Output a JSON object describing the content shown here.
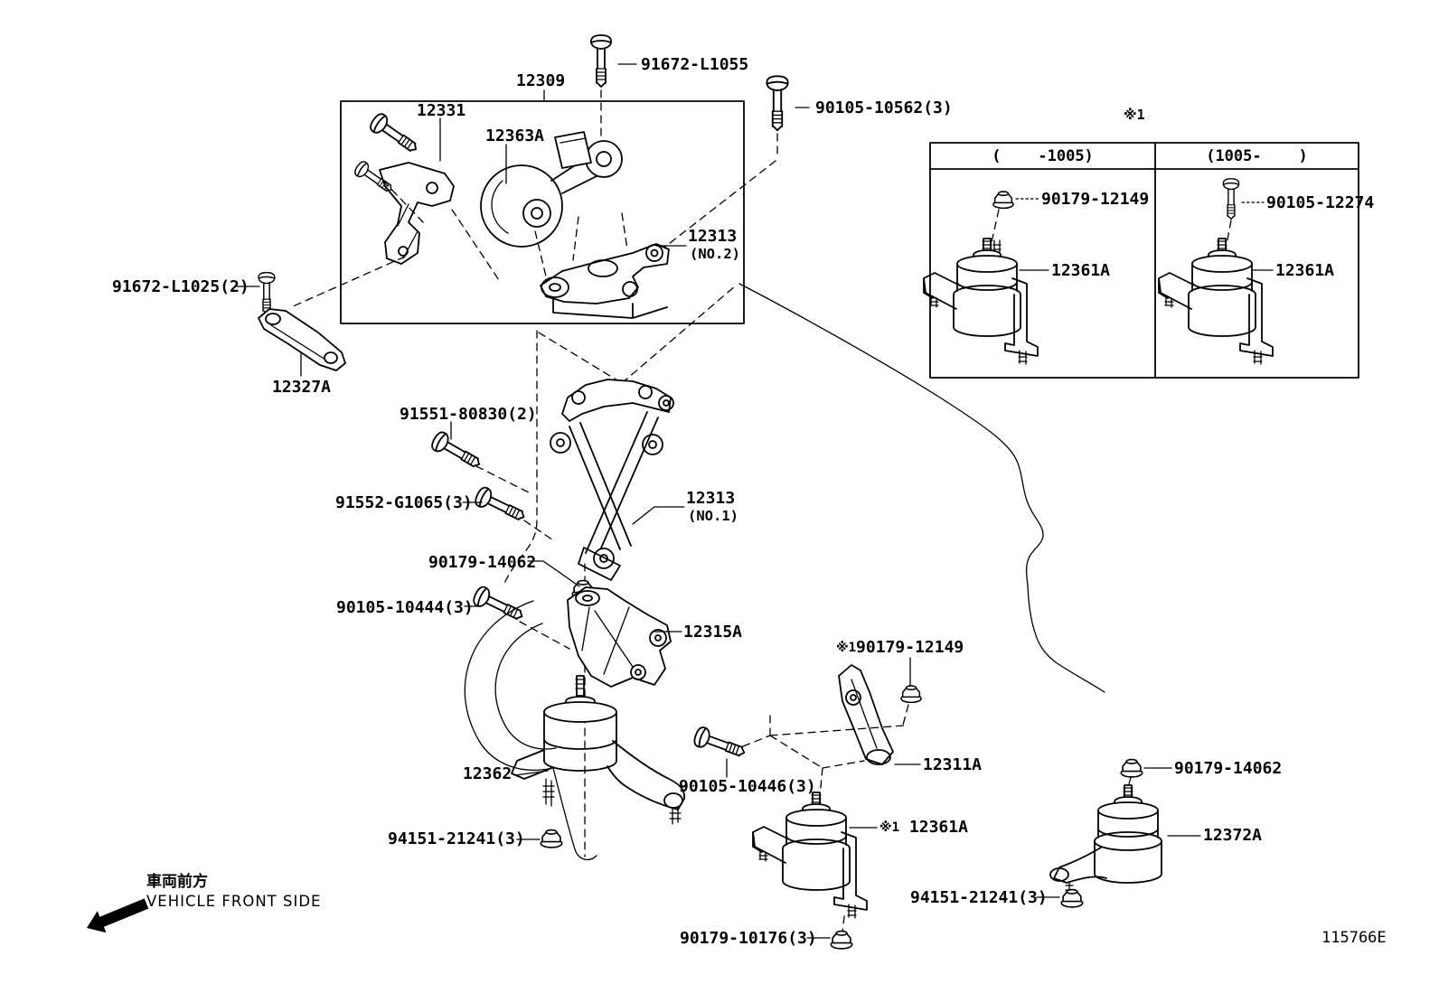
{
  "drawing_code": "115766E",
  "orientation": {
    "jp": "車両前方",
    "en": "VEHICLE FRONT SIDE"
  },
  "variant_table": {
    "note_mark": "※1",
    "columns": [
      {
        "header": "(    -1005)",
        "fastener_label": "90179-12149",
        "part_label": "12361A"
      },
      {
        "header": "(1005-    )",
        "fastener_label": "90105-12274",
        "part_label": "12361A"
      }
    ]
  },
  "callouts": [
    {
      "id": "bolt-91672-L1055",
      "text": "91672-L1055"
    },
    {
      "id": "assembly-12309",
      "text": "12309"
    },
    {
      "id": "bracket-12331",
      "text": "12331"
    },
    {
      "id": "insulator-12363A",
      "text": "12363A"
    },
    {
      "id": "bolt-90105-10562",
      "text": "90105-10562(3)"
    },
    {
      "id": "bracket-12313-no2",
      "text": "12313",
      "sub": "(NO.2)"
    },
    {
      "id": "bolt-91672-L1025",
      "text": "91672-L1025(2)"
    },
    {
      "id": "stay-12327A",
      "text": "12327A"
    },
    {
      "id": "bolt-91551-80830",
      "text": "91551-80830(2)"
    },
    {
      "id": "bolt-91552-G1065",
      "text": "91552-G1065(3)"
    },
    {
      "id": "bracket-12313-no1",
      "text": "12313",
      "sub": "(NO.1)"
    },
    {
      "id": "nut-90179-14062-left",
      "text": "90179-14062"
    },
    {
      "id": "bolt-90105-10444",
      "text": "90105-10444(3)"
    },
    {
      "id": "bracket-12315A",
      "text": "12315A"
    },
    {
      "id": "nut-90179-12149-main",
      "mark": "※1",
      "text": "90179-12149"
    },
    {
      "id": "bracket-12311A",
      "text": "12311A"
    },
    {
      "id": "bolt-90105-10446",
      "text": "90105-10446(3)"
    },
    {
      "id": "insulator-12362",
      "text": "12362"
    },
    {
      "id": "bolt-94151-21241-left",
      "text": "94151-21241(3)"
    },
    {
      "id": "mount-12361A-main",
      "mark": "※1",
      "text": "12361A"
    },
    {
      "id": "nut-90179-10176",
      "text": "90179-10176(3)"
    },
    {
      "id": "nut-90179-14062-right",
      "text": "90179-14062"
    },
    {
      "id": "mount-12372A",
      "text": "12372A"
    },
    {
      "id": "nut-94151-21241-right",
      "text": "94151-21241(3)"
    }
  ]
}
